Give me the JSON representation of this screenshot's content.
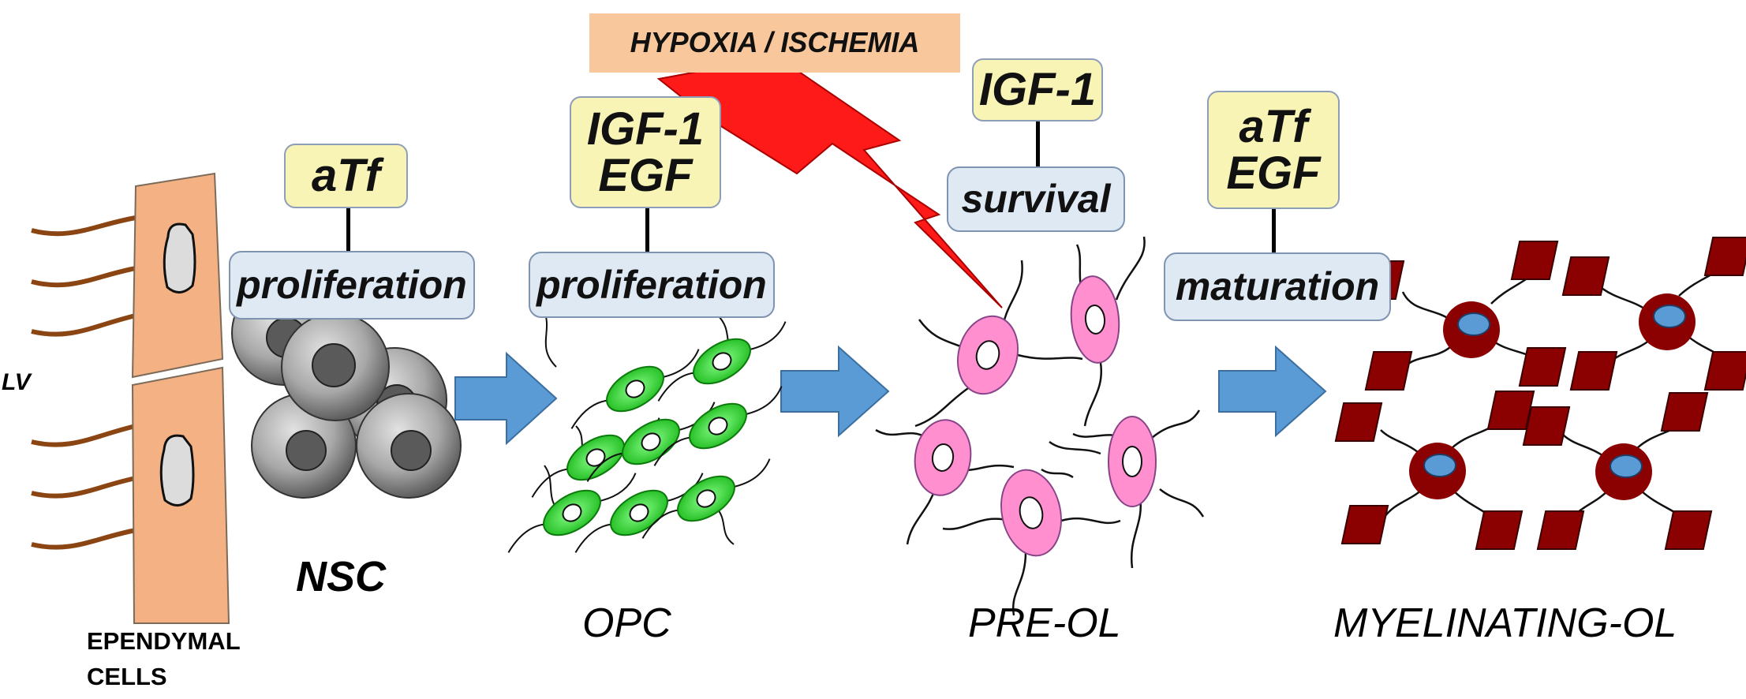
{
  "insult": {
    "label": "HYPOXIA / ISCHEMIA"
  },
  "factors": {
    "nsc": [
      "aTf"
    ],
    "opc": [
      "IGF-1",
      "EGF"
    ],
    "preol": [
      "IGF-1"
    ],
    "myelinating": [
      "aTf",
      "EGF"
    ]
  },
  "processes": {
    "nsc": "proliferation",
    "opc": "proliferation",
    "preol": "survival",
    "myelinating": "maturation"
  },
  "stages": {
    "lv": "LV",
    "ependymal_line1": "EPENDYMAL",
    "ependymal_line2": "CELLS",
    "nsc": "NSC",
    "opc": "OPC",
    "preol": "PRE-OL",
    "myelinating": "MYELINATING-OL"
  },
  "colors": {
    "factor_fill": "#f8f4b6",
    "process_fill": "#dfe9f4",
    "insult_fill": "#f8c89c",
    "lightning": "#ff1a1a",
    "arrow": "#5b9bd5",
    "ependymal": "#f4b183",
    "cilia": "#8b4513",
    "nsc_cell": "#9e9e9e",
    "opc_cell": "#22cc22",
    "preol_cell": "#ff8fcf",
    "myelin_body": "#8b0000",
    "myelin_nucleus": "#5b9bd5"
  }
}
